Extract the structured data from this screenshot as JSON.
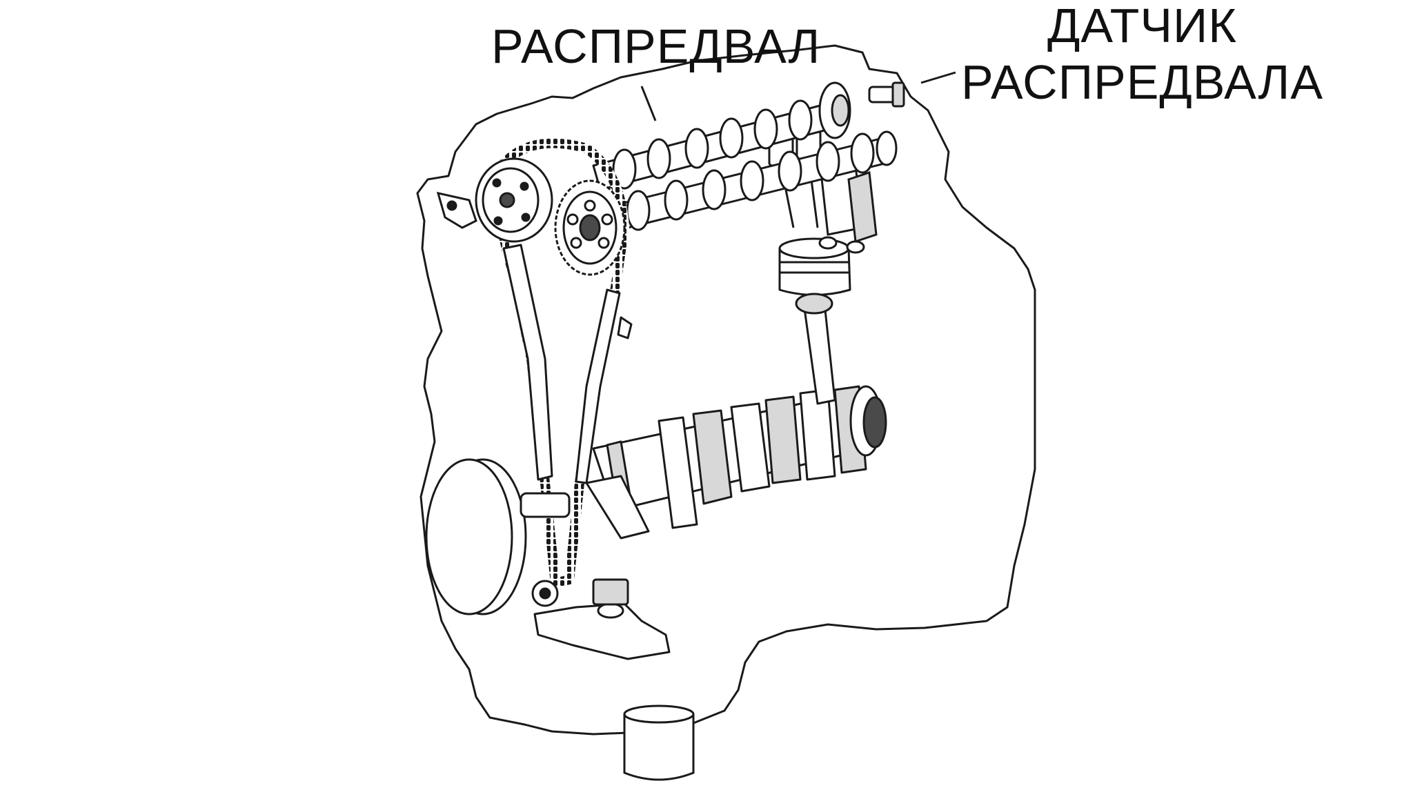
{
  "labels": {
    "camshaft": "РАСПРЕДВАЛ",
    "sensor_line1": "ДАТЧИК",
    "sensor_line2": "РАСПРЕДВАЛА"
  },
  "colors": {
    "line": "#1a1a1a",
    "fill": "#ffffff",
    "shade": "#d8d8d8",
    "dark": "#4a4a4a"
  }
}
